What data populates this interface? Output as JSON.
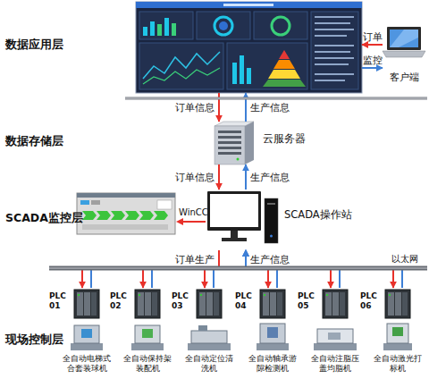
{
  "diagram": {
    "nodes": [
      {
        "text": [
          "数据应用层"
        ]
      },
      {
        "text": [
          "客户端"
        ]
      },
      {
        "text": [
          "云服务器"
        ]
      },
      {
        "text": [
          "SCADA操作站"
        ]
      },
      {
        "text": [
          "PLC 01",
          "全自动电梯式合套装球机"
        ]
      },
      {
        "text": [
          "PLC 02",
          "全自动保持架装配机"
        ]
      },
      {
        "text": [
          "PLC 03",
          "全自动定位清洗机"
        ]
      },
      {
        "text": [
          "PLC 04",
          "全自动轴承游隙检测机"
        ]
      },
      {
        "text": [
          "PLC 05",
          "全自动注脂压盖均脂机"
        ]
      },
      {
        "text": [
          "PLC 06",
          "全自动激光打标机"
        ]
      }
    ],
    "edges": [
      {
        "from": 1,
        "to": 0,
        "arrow": "to",
        "label": "订单"
      },
      {
        "from": 0,
        "to": 1,
        "arrow": "to",
        "label": "监控"
      },
      {
        "from": 0,
        "to": 2,
        "arrow": "to",
        "label": "订单信息"
      },
      {
        "from": 2,
        "to": 0,
        "arrow": "to",
        "label": "生产信息"
      },
      {
        "from": 2,
        "to": 3,
        "arrow": "to",
        "label": "订单信息"
      },
      {
        "from": 3,
        "to": 2,
        "arrow": "to",
        "label": "生产信息"
      },
      {
        "from": 3,
        "to": 4,
        "arrow": "to",
        "label": "订单生产"
      },
      {
        "from": 4,
        "to": 3,
        "arrow": "to",
        "label": "生产信息"
      },
      {
        "from": 3,
        "to": 5,
        "arrow": "to"
      },
      {
        "from": 5,
        "to": 3,
        "arrow": "to"
      },
      {
        "from": 3,
        "to": 6,
        "arrow": "to"
      },
      {
        "from": 6,
        "to": 3,
        "arrow": "to"
      },
      {
        "from": 3,
        "to": 7,
        "arrow": "to"
      },
      {
        "from": 7,
        "to": 3,
        "arrow": "to"
      },
      {
        "from": 3,
        "to": 8,
        "arrow": "to"
      },
      {
        "from": 8,
        "to": 3,
        "arrow": "to"
      },
      {
        "from": 3,
        "to": 9,
        "arrow": "to"
      },
      {
        "from": 9,
        "to": 3,
        "arrow": "to"
      }
    ],
    "labels": [
      "数据存储层",
      "SCADA监控层",
      "WinCC",
      "现场控制层",
      "以太网"
    ]
  }
}
